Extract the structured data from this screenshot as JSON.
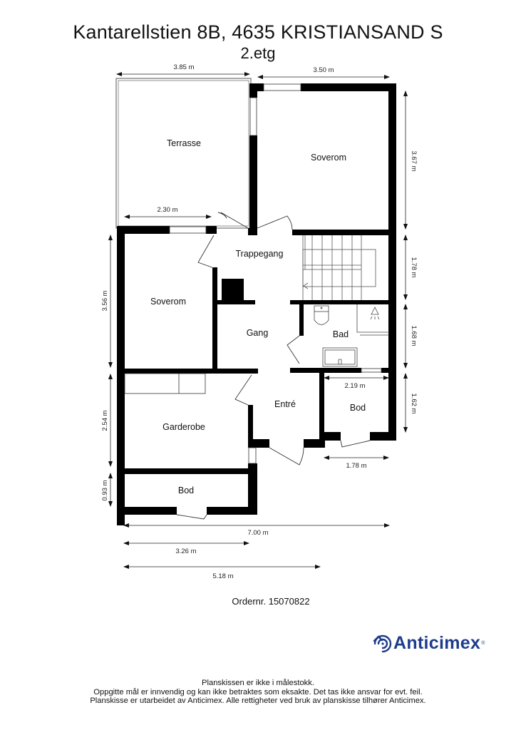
{
  "header": {
    "address": "Kantarellstien 8B, 4635 KRISTIANSAND S",
    "floor": "2.etg"
  },
  "rooms": {
    "terrasse": "Terrasse",
    "soverom_ne": "Soverom",
    "trappegang": "Trappegang",
    "soverom_w": "Soverom",
    "gang": "Gang",
    "bad": "Bad",
    "entre": "Entré",
    "garderobe": "Garderobe",
    "bod_e": "Bod",
    "bod_s": "Bod"
  },
  "dimensions": {
    "top_left": "3.85 m",
    "top_right": "3.50 m",
    "terrace_inner": "2.30 m",
    "right_1": "3.67 m",
    "right_2": "1.78 m",
    "right_3": "1.68 m",
    "right_4": "1.62 m",
    "left_1": "3.56 m",
    "left_2": "2.54 m",
    "left_3": "0.93 m",
    "bod_inner": "2.19 m",
    "bod_bottom": "1.78 m",
    "total_width": "7.00 m",
    "bottom_1": "3.26 m",
    "bottom_2": "5.18 m"
  },
  "order": {
    "label": "Ordernr. 15070822"
  },
  "brand": {
    "name": "Anticimex",
    "registered": "®",
    "color": "#1e3c8c",
    "icon": "anticimex-swirl-icon"
  },
  "footer": {
    "line1": "Planskissen er ikke i målestokk.",
    "line2": "Oppgitte mål er innvendig og kan ikke betraktes som eksakte. Det tas ikke ansvar for evt. feil.",
    "line3": "Planskisse er utarbeidet av Anticimex. Alle rettigheter ved bruk av planskisse tilhører Anticimex."
  }
}
